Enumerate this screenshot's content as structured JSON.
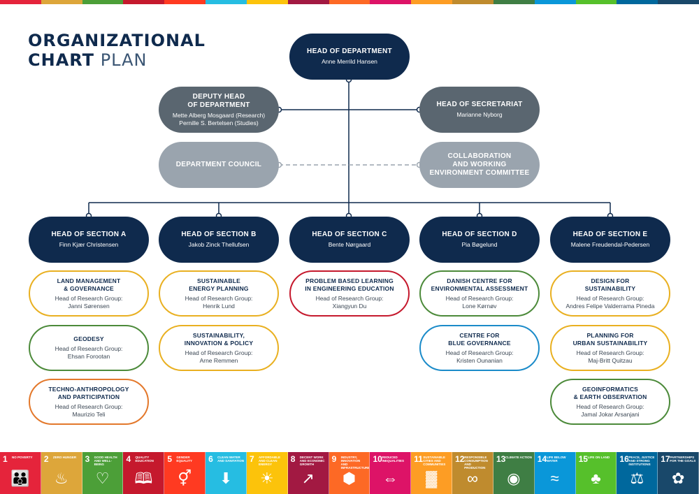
{
  "title": {
    "line1": "ORGANIZATIONAL",
    "line2_bold": "CHART",
    "line2_light": "PLAN"
  },
  "nodes": {
    "head": {
      "title": "HEAD OF DEPARTMENT",
      "name": "Anne Merrild Hansen"
    },
    "deputy": {
      "title": "DEPUTY HEAD\nOF DEPARTMENT",
      "name": "Mette Alberg Mosgaard (Research)\nPernille S. Bertelsen (Studies)"
    },
    "secretariat": {
      "title": "HEAD OF SECRETARIAT",
      "name": "Marianne Nyborg"
    },
    "council": {
      "title": "DEPARTMENT COUNCIL"
    },
    "committee": {
      "title": "COLLABORATION\nAND WORKING\nENVIRONMENT COMMITTEE"
    }
  },
  "sections": [
    {
      "title": "HEAD OF SECTION A",
      "name": "Finn Kjær Christensen",
      "groups": [
        {
          "title": "LAND MANAGEMENT\n& GOVERNANCE",
          "head": "Head of Research Group:\nJanni Sørensen",
          "color": "#e9b021"
        },
        {
          "title": "GEODESY",
          "head": "Head of Research Group:\nEhsan Forootan",
          "color": "#4c8a3a"
        },
        {
          "title": "TECHNO-ANTHROPOLOGY\nAND PARTICIPATION",
          "head": "Head of Research Group:\nMaurizio Teli",
          "color": "#e3782b"
        }
      ]
    },
    {
      "title": "HEAD OF SECTION B",
      "name": "Jakob Zinck Thellufsen",
      "groups": [
        {
          "title": "SUSTAINABLE\nENERGY PLANNING",
          "head": "Head of Research Group:\nHenrik Lund",
          "color": "#e9b021"
        },
        {
          "title": "SUSTAINABILITY,\nINNOVATION & POLICY",
          "head": "Head of Research Group:\nArne Remmen",
          "color": "#e9b021"
        }
      ]
    },
    {
      "title": "HEAD OF SECTION C",
      "name": "Bente Nørgaard",
      "groups": [
        {
          "title": "PROBLEM BASED LEARNING\nIN ENGINEERING EDUCATION",
          "head": "Head of Research Group:\nXiangyun Du",
          "color": "#c5192d"
        }
      ]
    },
    {
      "title": "HEAD OF SECTION D",
      "name": "Pia Bøgelund",
      "groups": [
        {
          "title": "DANISH CENTRE FOR\nENVIRONMENTAL ASSESSMENT",
          "head": "Head of Research Group:\nLone Kørnøv",
          "color": "#4c8a3a"
        },
        {
          "title": "CENTRE FOR\nBLUE GOVERNANCE",
          "head": "Head of Research Group:\nKristen Ounanian",
          "color": "#1b8bc9"
        }
      ]
    },
    {
      "title": "HEAD OF SECTION E",
      "name": "Malene Freudendal-Pedersen",
      "groups": [
        {
          "title": "DESIGN FOR\nSUSTAINABILITY",
          "head": "Head of Research Group:\nAndres Felipe Valderrama Pineda",
          "color": "#e9b021"
        },
        {
          "title": "PLANNING FOR\nURBAN SUSTAINABILITY",
          "head": "Head of Research Group:\nMaj-Britt Quitzau",
          "color": "#e9b021"
        },
        {
          "title": "GEOINFORMATICS\n& EARTH OBSERVATION",
          "head": "Head of Research Group:\nJamal Jokar Arsanjani",
          "color": "#4c8a3a"
        }
      ]
    }
  ],
  "sdg": [
    {
      "n": "1",
      "label": "NO POVERTY",
      "color": "#e5243b",
      "icon": "people-icon"
    },
    {
      "n": "2",
      "label": "ZERO HUNGER",
      "color": "#dda63a",
      "icon": "bowl-icon"
    },
    {
      "n": "3",
      "label": "GOOD HEALTH AND WELL-BEING",
      "color": "#4c9f38",
      "icon": "heartbeat-icon"
    },
    {
      "n": "4",
      "label": "QUALITY EDUCATION",
      "color": "#c5192d",
      "icon": "book-icon"
    },
    {
      "n": "5",
      "label": "GENDER EQUALITY",
      "color": "#ff3a21",
      "icon": "gender-icon"
    },
    {
      "n": "6",
      "label": "CLEAN WATER AND SANITATION",
      "color": "#26bde2",
      "icon": "water-icon"
    },
    {
      "n": "7",
      "label": "AFFORDABLE AND CLEAN ENERGY",
      "color": "#fcc30b",
      "icon": "sun-icon"
    },
    {
      "n": "8",
      "label": "DECENT WORK AND ECONOMIC GROWTH",
      "color": "#a21942",
      "icon": "growth-icon"
    },
    {
      "n": "9",
      "label": "INDUSTRY, INNOVATION AND INFRASTRUCTURE",
      "color": "#fd6925",
      "icon": "cubes-icon"
    },
    {
      "n": "10",
      "label": "REDUCED INEQUALITIES",
      "color": "#dd1367",
      "icon": "equal-icon"
    },
    {
      "n": "11",
      "label": "SUSTAINABLE CITIES AND COMMUNITIES",
      "color": "#fd9d24",
      "icon": "city-icon"
    },
    {
      "n": "12",
      "label": "RESPONSIBLE CONSUMPTION AND PRODUCTION",
      "color": "#bf8b2e",
      "icon": "infinity-icon"
    },
    {
      "n": "13",
      "label": "CLIMATE ACTION",
      "color": "#3f7e44",
      "icon": "eye-icon"
    },
    {
      "n": "14",
      "label": "LIFE BELOW WATER",
      "color": "#0a97d9",
      "icon": "fish-icon"
    },
    {
      "n": "15",
      "label": "LIFE ON LAND",
      "color": "#56c02b",
      "icon": "tree-icon"
    },
    {
      "n": "16",
      "label": "PEACE, JUSTICE AND STRONG INSTITUTIONS",
      "color": "#00689d",
      "icon": "dove-icon"
    },
    {
      "n": "17",
      "label": "PARTNERSHIPS FOR THE GOALS",
      "color": "#19486a",
      "icon": "rings-icon"
    }
  ]
}
